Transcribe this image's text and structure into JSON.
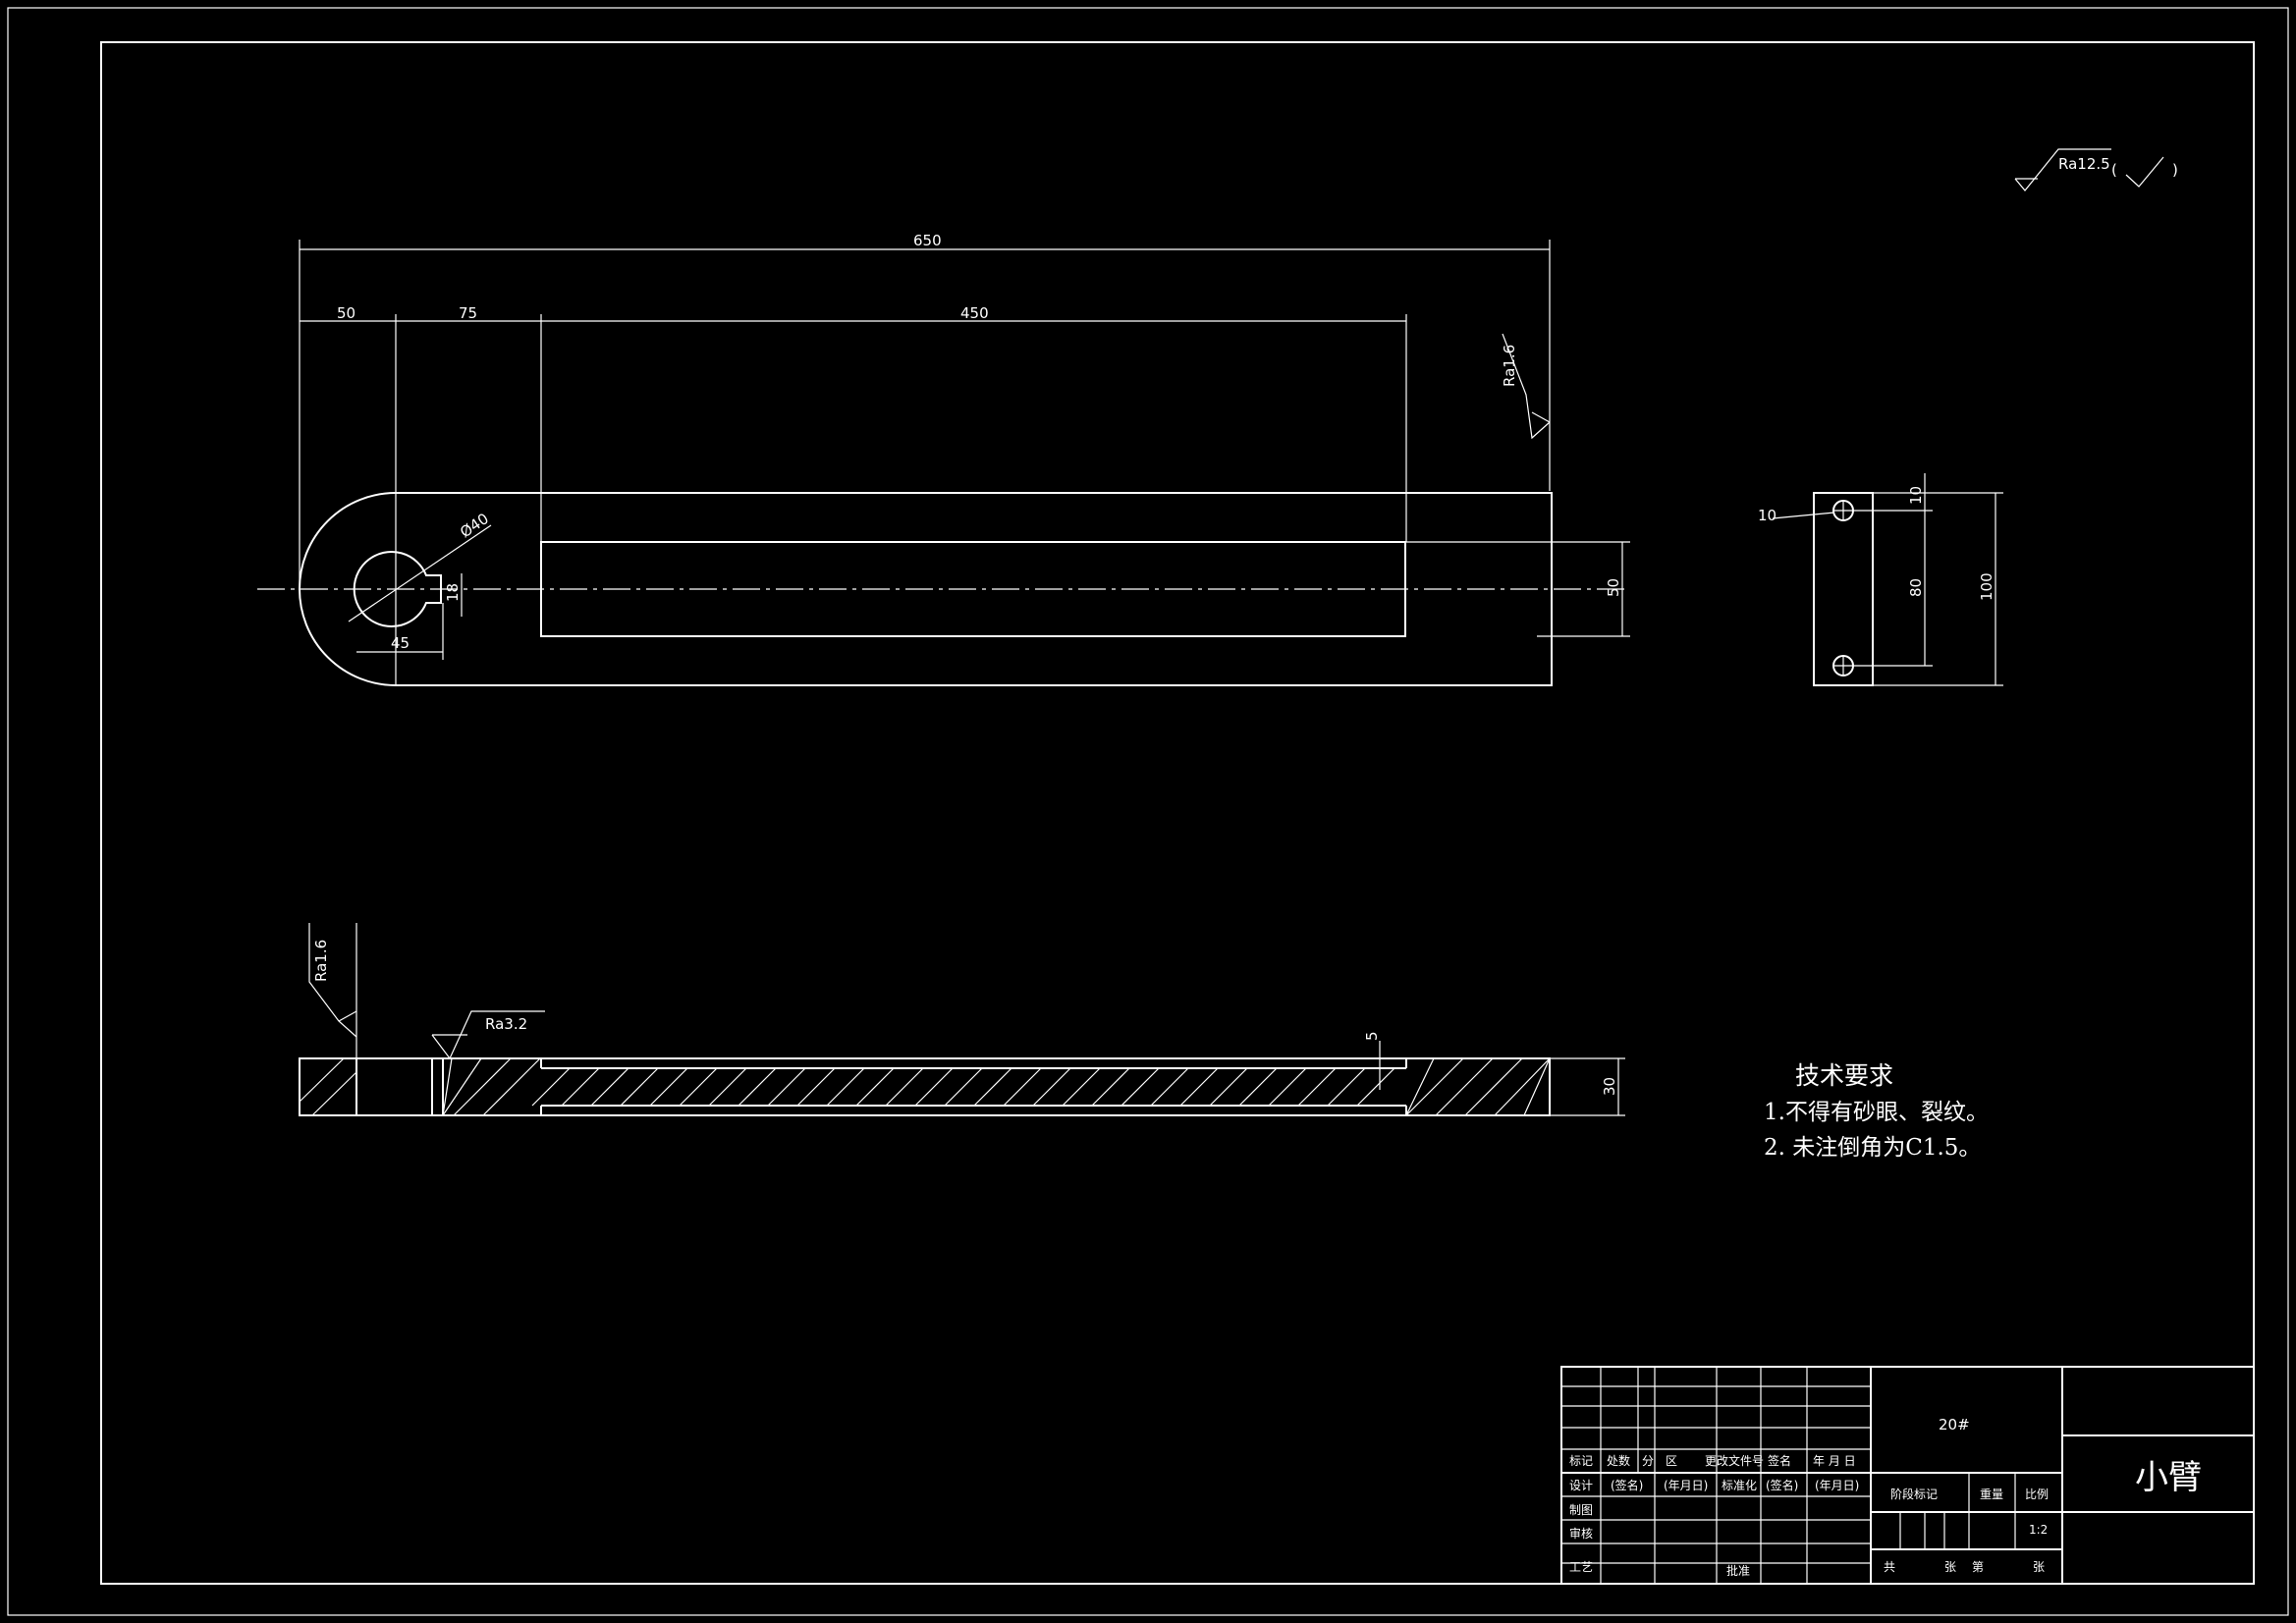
{
  "dimensions": {
    "overall_length": "650",
    "left_offset": "50",
    "slot_start": "75",
    "slot_length": "450",
    "bore_diameter": "Ø40",
    "key_width": "18",
    "bore_to_key": "45",
    "slot_width": "50",
    "side_hole": "10",
    "side_top": "10",
    "side_pitch": "80",
    "side_height": "100",
    "slot_depth": "5",
    "thickness": "30"
  },
  "surface_finish": {
    "general": "Ra12.5",
    "right_end": "Ra1.6",
    "left_face": "Ra1.6",
    "section_face": "Ra3.2"
  },
  "technical_requirements": {
    "title": "技术要求",
    "items": [
      "1.不得有砂眼、裂纹。",
      "2. 未注倒角为C1.5。"
    ]
  },
  "title_block": {
    "material": "20#",
    "part_name": "小臂",
    "scale": "1:2",
    "labels": {
      "mark": "标记",
      "count": "处数",
      "zone": "分　区",
      "change_doc": "更改文件号",
      "sign": "签名",
      "date": "年 月 日",
      "design": "设计",
      "sign_paren": "(签名)",
      "date_paren": "(年月日)",
      "standardize": "标准化",
      "sign_paren2": "(签名)",
      "date_paren2": "(年月日)",
      "drawing": "制图",
      "review": "审核",
      "process": "工艺",
      "approve": "批准",
      "stage_mark": "阶段标记",
      "weight": "重量",
      "scale_label": "比例",
      "total": "共",
      "sheets": "张",
      "page": "第",
      "sheet": "张"
    }
  }
}
